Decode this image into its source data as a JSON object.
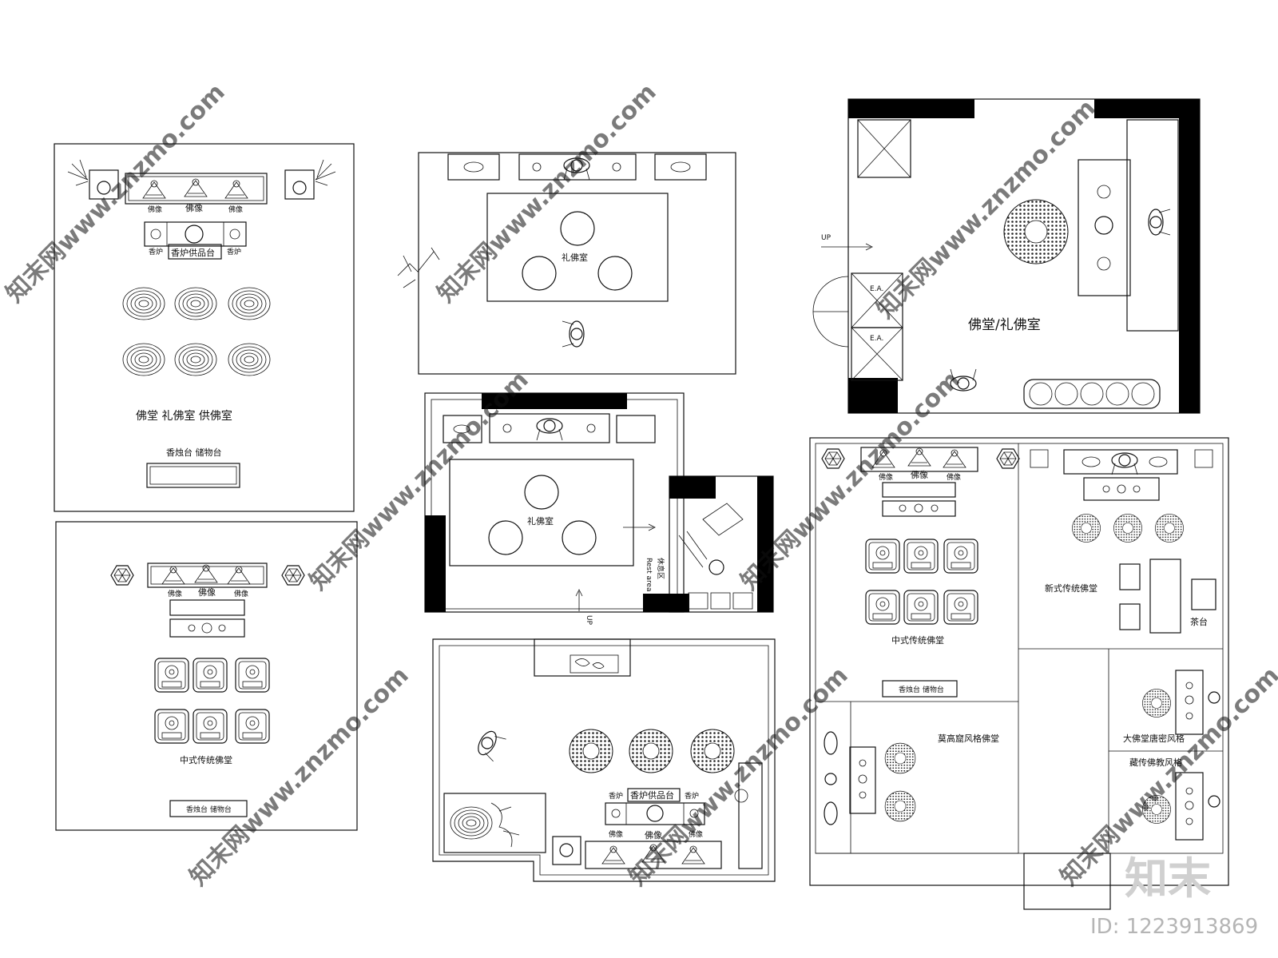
{
  "panels": {
    "p1": {
      "title": "佛堂 礼佛室 供佛室",
      "statue": "佛像",
      "statue_l": "佛像",
      "statue_r": "佛像",
      "censer_l": "香炉",
      "censer_r": "香炉",
      "offering": "香炉供品台",
      "storage": "香烛台 储物台"
    },
    "p2": {
      "title": "中式传统佛堂",
      "statue": "佛像",
      "statue_l": "佛像",
      "statue_r": "佛像",
      "storage": "香烛台 储物台"
    },
    "p3": {
      "title": "礼佛室"
    },
    "p4": {
      "title": "礼佛室",
      "rest_cn": "休息区",
      "rest_en": "Rest area",
      "up": "UP"
    },
    "p5": {
      "statue": "佛像",
      "statue_l": "佛像",
      "statue_r": "佛像",
      "censer_l": "香炉",
      "censer_r": "香炉",
      "offering": "香炉供品台"
    },
    "p6": {
      "title": "佛堂/礼佛室",
      "up": "UP",
      "ea1": "E.A.",
      "ea2": "E.A."
    },
    "p7": {
      "chinese": "中式传统佛堂",
      "statue": "佛像",
      "statue_l": "佛像",
      "statue_r": "佛像",
      "storage": "香烛台 储物台",
      "new": "新式传统佛堂",
      "tea": "茶台",
      "mogao": "莫高窟风格佛堂",
      "tang": "大佛堂唐密风格",
      "tibet": "藏传佛教风格"
    }
  },
  "watermark": {
    "site": "知末网www.znzmo.com",
    "logo": "知末",
    "id": "ID: 1223913869"
  }
}
